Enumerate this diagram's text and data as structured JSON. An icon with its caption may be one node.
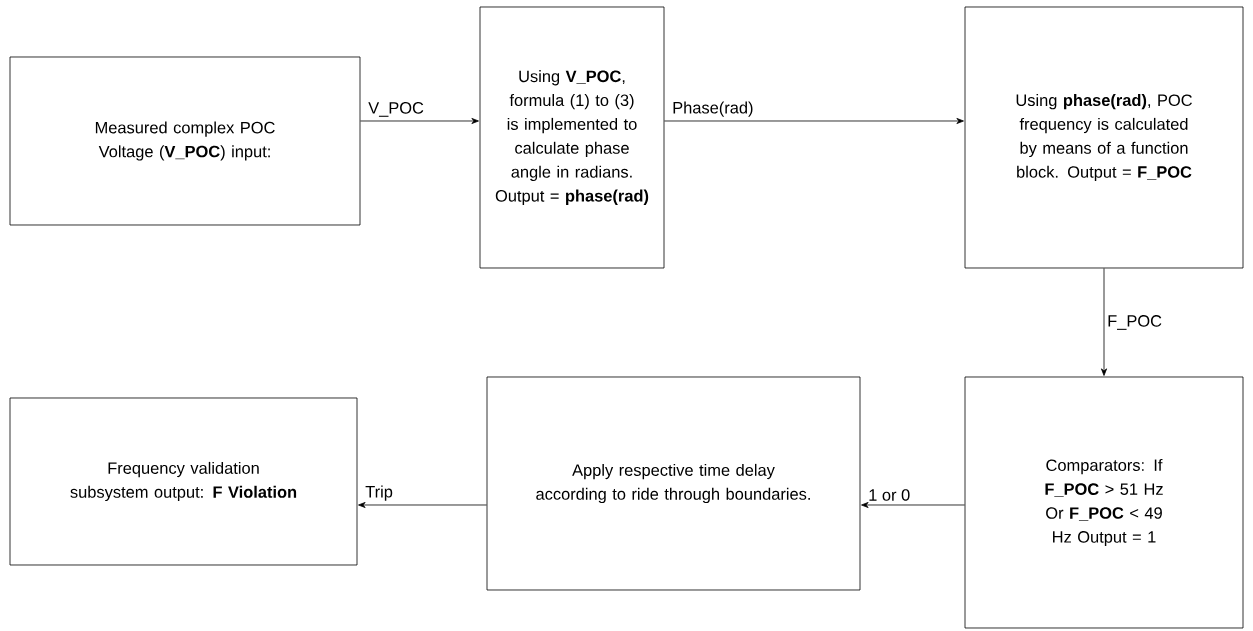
{
  "diagram": {
    "nodes": [
      {
        "text": [
          "Measured complex POC Voltage (**V_POC**) input:"
        ]
      },
      {
        "text": [
          "Using **V_POC**, formula (1) to (3) is implemented to calculate phase angle in radians. Output = **phase(rad)**"
        ]
      },
      {
        "text": [
          "Using **phase(rad)**, POC frequency is calculated by means of a function block. Output = **F_POC**"
        ]
      },
      {
        "text": [
          "Comparators: If **F_POC** > 51 Hz Or **F_POC** < 49 Hz Output = 1"
        ]
      },
      {
        "text": [
          "Apply respective time delay according to ride through boundaries."
        ]
      },
      {
        "text": [
          "Frequency validation subsystem output: **F Violation**"
        ]
      }
    ],
    "edges": [
      {
        "from": 0,
        "to": 1,
        "arrow": "to",
        "label": "V_POC"
      },
      {
        "from": 1,
        "to": 2,
        "arrow": "to",
        "label": "Phase(rad)"
      },
      {
        "from": 2,
        "to": 3,
        "arrow": "to",
        "label": "F_POC"
      },
      {
        "from": 3,
        "to": 4,
        "arrow": "to",
        "label": "1 or 0"
      },
      {
        "from": 4,
        "to": 5,
        "arrow": "to",
        "label": "Trip"
      }
    ]
  }
}
